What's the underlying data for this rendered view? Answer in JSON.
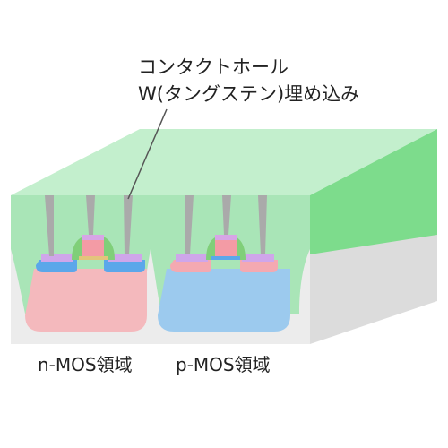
{
  "callout": {
    "line1": "コンタクトホール",
    "line2": "W(タングステン)埋め込み"
  },
  "regions": {
    "nmos_label": "n-MOS領域",
    "pmos_label": "p-MOS領域"
  },
  "colors": {
    "oxide_top": "#bfeecb",
    "oxide_front": "#a8e4b6",
    "oxide_side": "#7ddc8c",
    "substrate_front": "#ececec",
    "substrate_side": "#d9d9d9",
    "nwell_region": "#f4b8bc",
    "pwell_region": "#9ccbec",
    "n_diffusion": "#5aa6ea",
    "p_diffusion": "#f4a8b0",
    "gate_poly": "#f39aa4",
    "gate_oxide": "#d8a6e6",
    "sidewall": "#7fcf78",
    "tungsten_plug": "#aaaaaa",
    "leader_line": "#555555"
  }
}
